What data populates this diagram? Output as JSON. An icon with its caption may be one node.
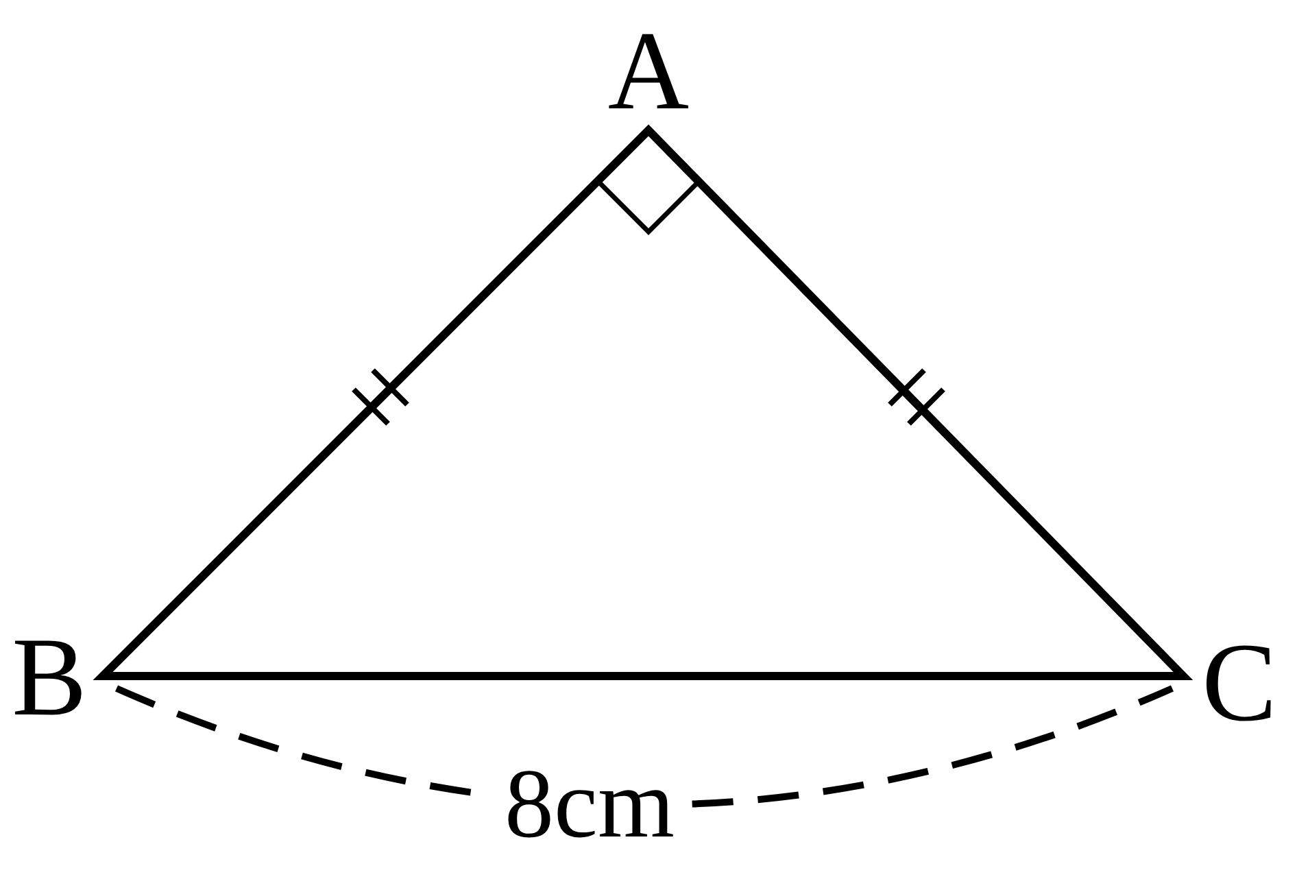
{
  "diagram": {
    "labels": [
      "A",
      "B",
      "C",
      "8cm"
    ]
  }
}
